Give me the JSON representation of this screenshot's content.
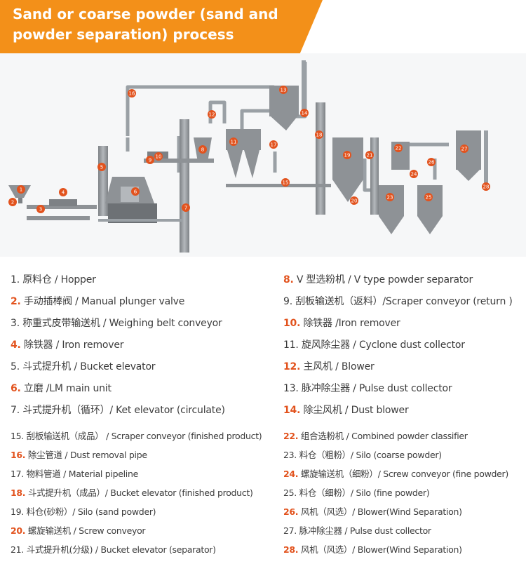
{
  "title": "Sand or coarse powder (sand and powder separation) process",
  "colors": {
    "banner": "#f39019",
    "highlight": "#e2531e",
    "marker": "#e2531e",
    "equipment": "#8e9296"
  },
  "diagram_markers": [
    "1",
    "2",
    "3",
    "4",
    "5",
    "6",
    "7",
    "8",
    "9",
    "10",
    "11",
    "12",
    "13",
    "14",
    "15",
    "16",
    "17",
    "18",
    "19",
    "20",
    "21",
    "22",
    "23",
    "24",
    "25",
    "26",
    "27",
    "28"
  ],
  "legend_left": [
    {
      "num": "1.",
      "text": "原料仓 / Hopper",
      "hl": false
    },
    {
      "num": "2.",
      "text": "手动插棒阀 / Manual plunger valve",
      "hl": true
    },
    {
      "num": "3.",
      "text": "称重式皮带输送机 / Weighing belt conveyor",
      "hl": false
    },
    {
      "num": "4.",
      "text": "除铁器 / Iron remover",
      "hl": true
    },
    {
      "num": "5.",
      "text": "斗式提升机 / Bucket elevator",
      "hl": false
    },
    {
      "num": "6.",
      "text": "立磨 /LM main unit",
      "hl": true
    },
    {
      "num": "7.",
      "text": "斗式提升机（循环）/ Ket elevator (circulate)",
      "hl": false
    },
    {
      "num": "15.",
      "text": "刮板输送机（成品） / Scraper conveyor (finished product)",
      "hl": false
    },
    {
      "num": "16.",
      "text": "除尘管道 / Dust removal pipe",
      "hl": true
    },
    {
      "num": "17.",
      "text": "物料管道 / Material pipeline",
      "hl": false
    },
    {
      "num": "18.",
      "text": "斗式提升机（成品）/ Bucket elevator (finished product)",
      "hl": true
    },
    {
      "num": "19.",
      "text": "料仓(砂粉）/ Silo (sand powder)",
      "hl": false
    },
    {
      "num": "20.",
      "text": "螺旋输送机 / Screw conveyor",
      "hl": true
    },
    {
      "num": "21.",
      "text": "斗式提升机(分级) / Bucket elevator (separator)",
      "hl": false
    }
  ],
  "legend_right": [
    {
      "num": "8.",
      "text": "V 型选粉机 / V type powder separator",
      "hl": true
    },
    {
      "num": "9.",
      "text": "刮板输送机（返料）/Scraper conveyor (return )",
      "hl": false
    },
    {
      "num": "10.",
      "text": "除铁器 /Iron remover",
      "hl": true
    },
    {
      "num": "11.",
      "text": "旋风除尘器 / Cyclone dust collector",
      "hl": false
    },
    {
      "num": "12.",
      "text": "主风机 / Blower",
      "hl": true
    },
    {
      "num": "13.",
      "text": "脉冲除尘器 / Pulse dust collector",
      "hl": false
    },
    {
      "num": "14.",
      "text": "除尘风机 / Dust blower",
      "hl": true
    },
    {
      "num": "22.",
      "text": "组合选粉机 / Combined powder classifier",
      "hl": true
    },
    {
      "num": "23.",
      "text": "料仓（粗粉）/ Silo (coarse powder)",
      "hl": false
    },
    {
      "num": "24.",
      "text": "螺旋输送机（细粉）/ Screw conveyor (fine powder)",
      "hl": true
    },
    {
      "num": "25.",
      "text": "料仓（细粉）/ Silo (fine powder)",
      "hl": false
    },
    {
      "num": "26.",
      "text": "风机（风选）/ Blower(Wind Separation)",
      "hl": true
    },
    {
      "num": "27.",
      "text": "脉冲除尘器 / Pulse dust collector",
      "hl": false
    },
    {
      "num": "28.",
      "text": "风机（风选）/ Blower(Wind Separation)",
      "hl": true
    }
  ]
}
